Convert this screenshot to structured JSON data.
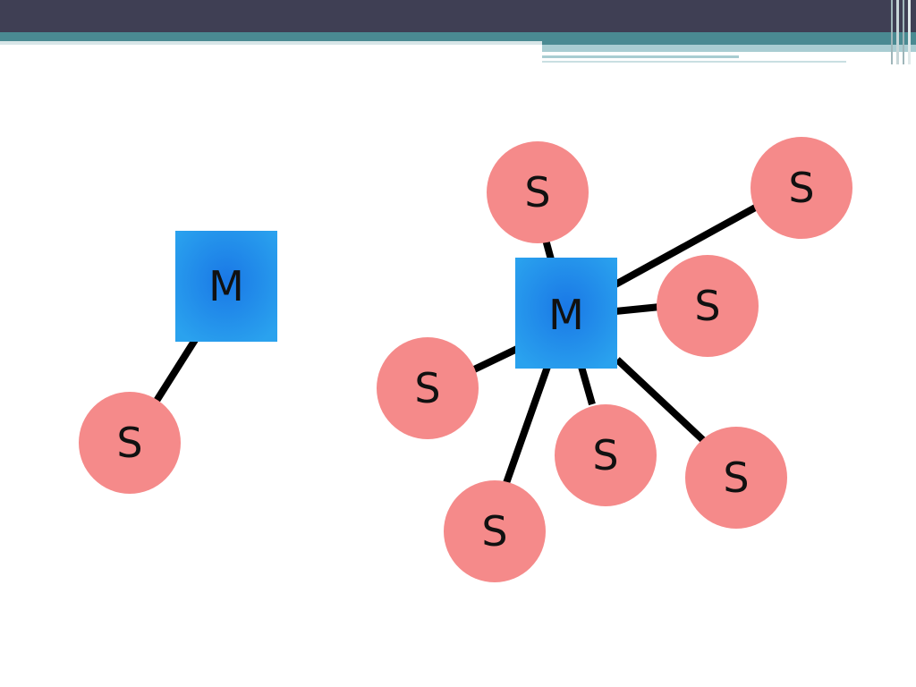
{
  "colors": {
    "header": "#3f3f54",
    "accent": "#4a8a92",
    "accent_light": "#a9cdd2",
    "master_fill": "#2aa2ee",
    "master_fill_center": "#1a78e6",
    "slave_fill": "#f58a8a",
    "edge": "#000000"
  },
  "diagram": {
    "left_graph": {
      "master": {
        "label": "M"
      },
      "slaves": [
        {
          "label": "S"
        }
      ]
    },
    "right_graph": {
      "master": {
        "label": "M"
      },
      "slaves": [
        {
          "label": "S"
        },
        {
          "label": "S"
        },
        {
          "label": "S"
        },
        {
          "label": "S"
        },
        {
          "label": "S"
        },
        {
          "label": "S"
        },
        {
          "label": "S"
        }
      ]
    }
  }
}
